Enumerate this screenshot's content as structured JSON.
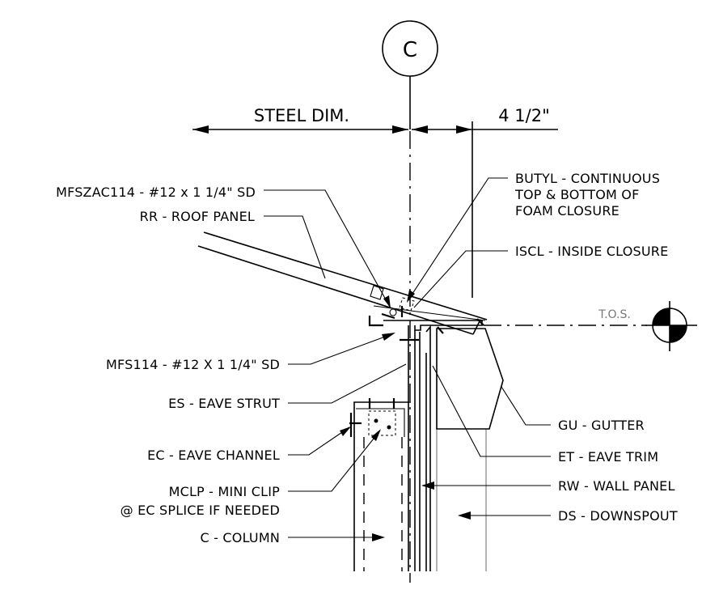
{
  "grid_line": {
    "label": "C"
  },
  "dimensions": {
    "steel_dim": "STEEL DIM.",
    "offset": "4 1/2\""
  },
  "elevation_marker": {
    "label": "T.O.S."
  },
  "callouts": {
    "mfszac114": "MFSZAC114 - #12 x 1 1/4\" SD",
    "rr": "RR - ROOF PANEL",
    "mfs114": "MFS114 - #12 X 1 1/4\" SD",
    "es": "ES - EAVE STRUT",
    "ec": "EC - EAVE CHANNEL",
    "mclp_1": "MCLP - MINI CLIP",
    "mclp_2": "@ EC SPLICE IF NEEDED",
    "c": "C - COLUMN",
    "butyl_1": "BUTYL - CONTINUOUS",
    "butyl_2": "TOP & BOTTOM OF",
    "butyl_3": "FOAM CLOSURE",
    "iscl": "ISCL - INSIDE CLOSURE",
    "gu": "GU - GUTTER",
    "et": "ET - EAVE TRIM",
    "rw": "RW - WALL PANEL",
    "ds": "DS - DOWNSPOUT"
  }
}
